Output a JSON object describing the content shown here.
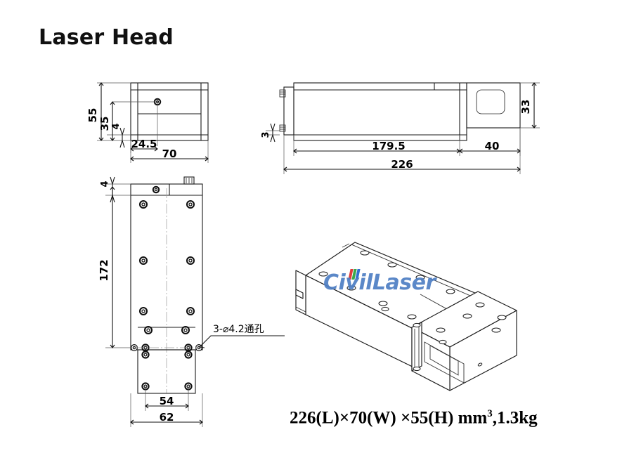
{
  "page": {
    "title": "Laser Head",
    "caption_main": "226(L)×70(W) ×55(H) mm",
    "caption_sup": "3",
    "caption_tail": ",1.3kg",
    "background": "#ffffff",
    "line_color": "#1a1a1a"
  },
  "watermark": {
    "text": "CivilLaser",
    "color": "#4f7fc4",
    "accent_colors": [
      "#e03b3b",
      "#3aa84a",
      "#2f6fd0"
    ]
  },
  "views": {
    "front": {
      "name": "front-view",
      "dimensions": {
        "height_overall": "55",
        "height_aperture": "35",
        "base_thickness": "4",
        "aperture_offset": "24.5",
        "width_overall": "70"
      }
    },
    "side": {
      "name": "side-view",
      "dimensions": {
        "head_height": "33",
        "foot_thickness": "3",
        "body_length": "179.5",
        "head_length": "40",
        "length_overall": "226"
      }
    },
    "top": {
      "name": "top-view",
      "dimensions": {
        "edge_offset": "4",
        "length_mount": "172",
        "hole_span": "54",
        "width_overall": "62"
      },
      "note": "3-⌀4.2通孔"
    },
    "iso": {
      "name": "isometric-view"
    }
  }
}
